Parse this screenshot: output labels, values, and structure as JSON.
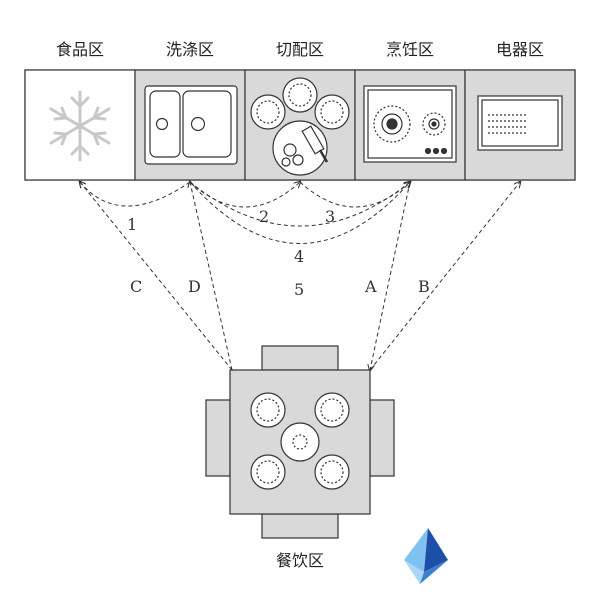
{
  "zones": {
    "food": "食品区",
    "wash": "洗涤区",
    "prep": "切配区",
    "cook": "烹饪区",
    "appliance": "电器区",
    "dining": "餐饮区"
  },
  "flows": {
    "f1": "1",
    "f2": "2",
    "f3": "3",
    "f4": "4",
    "f5": "5",
    "fA": "A",
    "fB": "B",
    "fC": "C",
    "fD": "D"
  },
  "colors": {
    "counter_fill": "#d9d9d9",
    "line": "#333333",
    "logo_dark": "#1d4fa8",
    "logo_light": "#7fc2f0"
  }
}
